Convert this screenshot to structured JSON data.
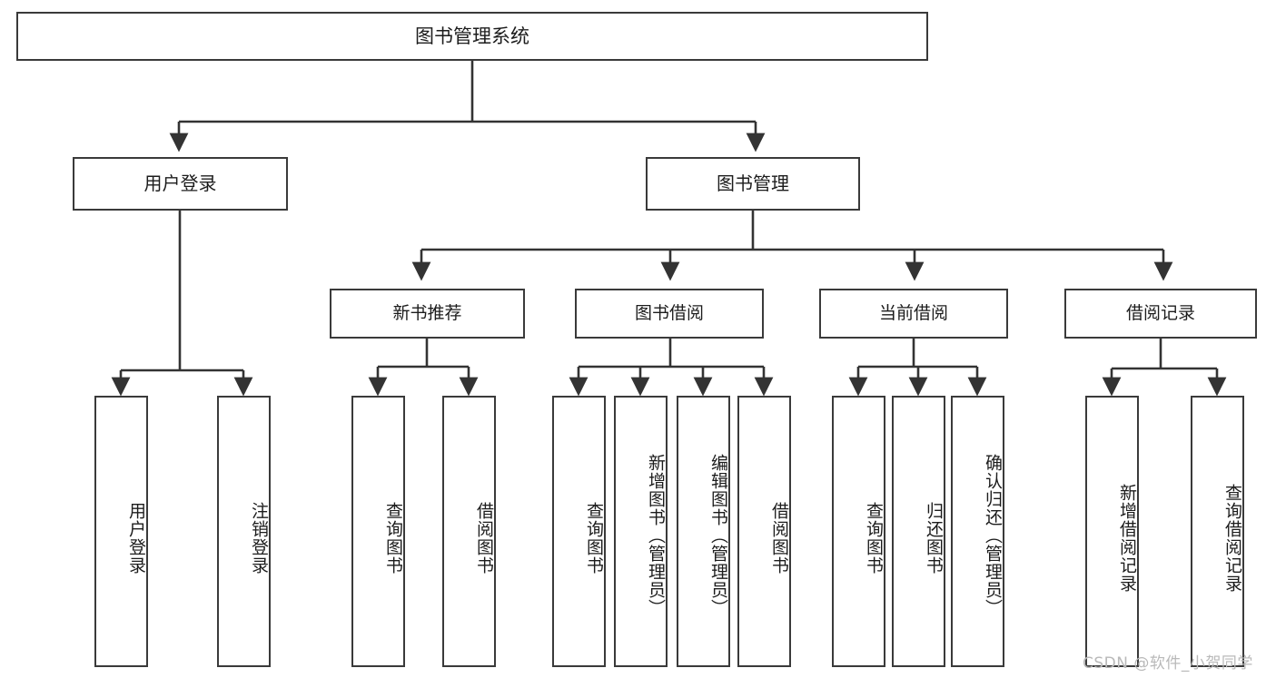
{
  "diagram": {
    "type": "hierarchy-tree",
    "title": "图书管理系统",
    "levels": 4,
    "root": {
      "label": "图书管理系统"
    },
    "level1": [
      {
        "label": "用户登录"
      },
      {
        "label": "图书管理"
      }
    ],
    "level2": [
      {
        "label": "新书推荐",
        "parent": "图书管理"
      },
      {
        "label": "图书借阅",
        "parent": "图书管理"
      },
      {
        "label": "当前借阅",
        "parent": "图书管理"
      },
      {
        "label": "借阅记录",
        "parent": "图书管理"
      }
    ],
    "leaves": {
      "user_login": [
        {
          "label": "用户登录"
        },
        {
          "label": "注销登录"
        }
      ],
      "new_book_recommend": [
        {
          "label": "查询图书"
        },
        {
          "label": "借阅图书"
        }
      ],
      "book_borrow": [
        {
          "label": "查询图书"
        },
        {
          "label": "新增图书（管理员）"
        },
        {
          "label": "编辑图书（管理员）"
        },
        {
          "label": "借阅图书"
        }
      ],
      "current_borrow": [
        {
          "label": "查询图书"
        },
        {
          "label": "归还图书"
        },
        {
          "label": "确认归还（管理员）"
        }
      ],
      "borrow_record": [
        {
          "label": "新增借阅记录"
        },
        {
          "label": "查询借阅记录"
        }
      ]
    }
  },
  "watermark": {
    "text": "CSDN @软件_小贺同学"
  },
  "colors": {
    "border": "#3a3a3a",
    "line": "#333333",
    "background": "#ffffff",
    "text": "#1c1c1c",
    "watermark": "#b9b9b9"
  }
}
